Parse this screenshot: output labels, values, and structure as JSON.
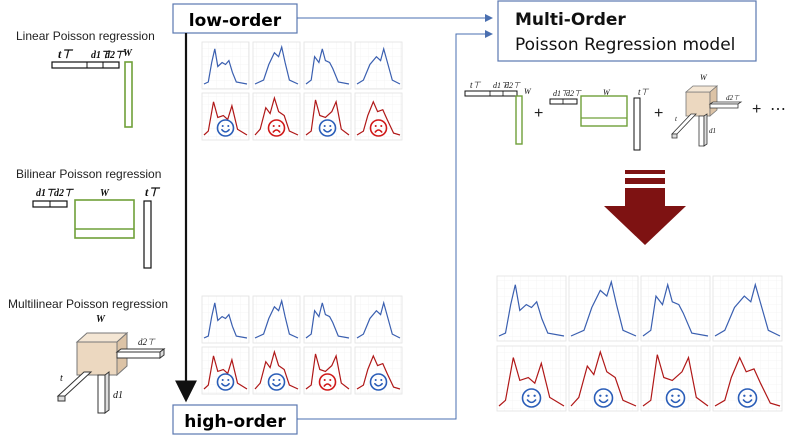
{
  "left_panel": {
    "linear_title": "Linear Poisson regression",
    "bilinear_title": "Bilinear Poisson regression",
    "multilinear_title": "Multilinear Poisson regression"
  },
  "center": {
    "low_order_label": "low-order",
    "high_order_label": "high-order"
  },
  "right_panel": {
    "title_bold": "Multi-Order",
    "title_rest": "Poisson Regression model"
  },
  "math": {
    "t_transpose": "t⊤",
    "d1_transpose": "d1⊤",
    "d2_transpose": "d2⊤",
    "W": "W",
    "d1": "d1",
    "t": "t",
    "plus": "+",
    "ellipsis": "⋯"
  },
  "faces": {
    "low_order": [
      "happy",
      "sad",
      "happy",
      "sad"
    ],
    "high_order": [
      "happy",
      "happy",
      "sad",
      "happy"
    ],
    "result": [
      "happy",
      "happy",
      "happy",
      "happy"
    ]
  },
  "colors": {
    "blue_curve": "#3a5fb0",
    "red_curve": "#b01818",
    "green_matrix": "#6fa039",
    "big_arrow": "#7e1212",
    "link_arrow": "#4a6fb0",
    "happy_face": "#2a5db8",
    "sad_face": "#d01818",
    "cube_fill": "#ecd8c0"
  }
}
